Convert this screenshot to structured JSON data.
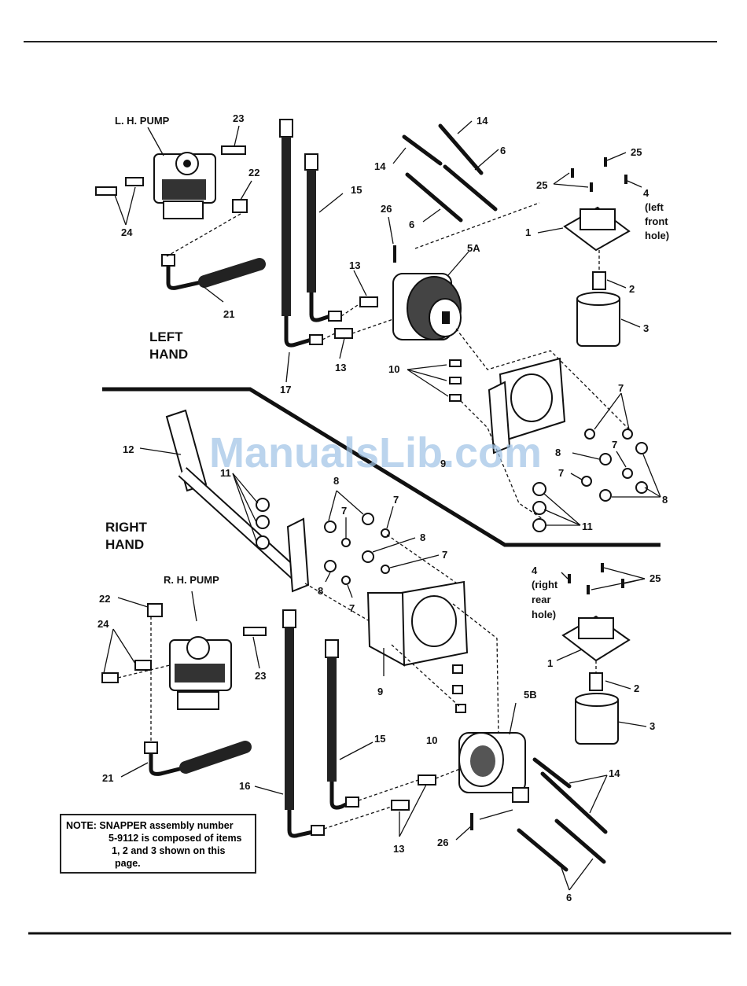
{
  "sections": {
    "left_hand": [
      "LEFT",
      "HAND"
    ],
    "right_hand": [
      "RIGHT",
      "HAND"
    ]
  },
  "pumps": {
    "left": "L. H. PUMP",
    "right": "R. H. PUMP"
  },
  "labels": {
    "l23": "23",
    "l22": "22",
    "l24": "24",
    "l21": "21",
    "l15": "15",
    "l17": "17",
    "l13a": "13",
    "l13b": "13",
    "l26": "26",
    "l5a": "5A",
    "l14a": "14",
    "l14b": "14",
    "l6a": "6",
    "l6b": "6",
    "l25a": "25",
    "l25b": "25",
    "l4": "4",
    "l4note": [
      "(left",
      "front",
      "hole)"
    ],
    "l1": "1",
    "l2": "2",
    "l3": "3",
    "l10": "10",
    "l7a": "7",
    "l7b": "7",
    "l8a": "8",
    "l7c": "7",
    "l8b": "8",
    "l11a": "11",
    "l12": "12",
    "l11b": "11",
    "l8c": "8",
    "l7d": "7",
    "l7e": "7",
    "l8d": "8",
    "l7f": "7",
    "l8e": "8",
    "l7g": "7",
    "r22": "22",
    "r24": "24",
    "r23": "23",
    "r21": "21",
    "r9": "9",
    "r10": "10",
    "r16": "16",
    "r15": "15",
    "r13": "13",
    "r26": "26",
    "r5b": "5B",
    "r14": "14",
    "r6": "6",
    "r4": "4",
    "r4note": [
      "(right",
      "rear",
      "hole)"
    ],
    "r25": "25",
    "r1": "1",
    "r2": "2",
    "r3": "3",
    "l9": "9"
  },
  "note": {
    "line1": "NOTE: SNAPPER assembly number",
    "line2": "5-9112 is composed of items",
    "line3": "1, 2 and 3 shown on this",
    "line4": "page."
  },
  "watermark": "ManualsLib.com"
}
